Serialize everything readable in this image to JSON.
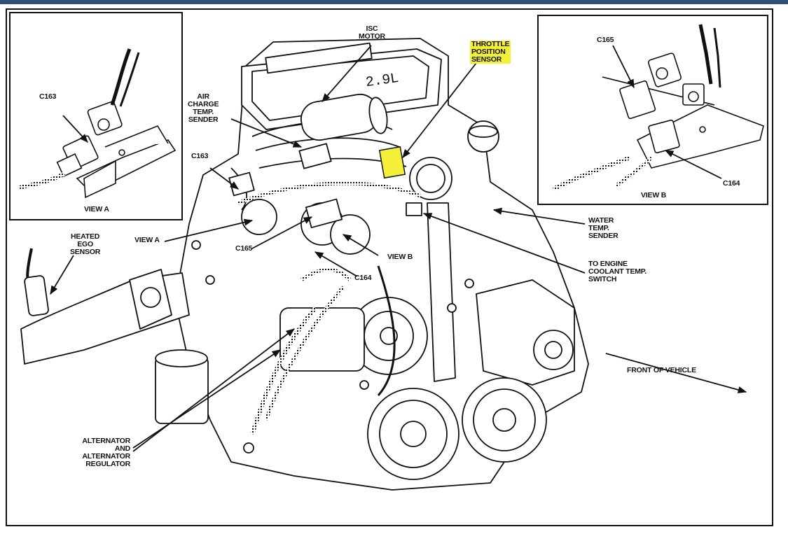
{
  "colors": {
    "frame": "#111111",
    "highlight": "#f4f03a",
    "top_bar": "#33507a"
  },
  "insets": {
    "view_a": {
      "connector": "C163",
      "caption": "VIEW A"
    },
    "view_b": {
      "connector_top": "C165",
      "connector_bottom": "C164",
      "caption": "VIEW B"
    }
  },
  "callouts": {
    "isc_motor": [
      "ISC",
      "MOTOR"
    ],
    "throttle_position_sensor": [
      "THROTTLE",
      "POSITION",
      "SENSOR"
    ],
    "air_charge_temp_sender": [
      "AIR",
      "CHARGE",
      "TEMP.",
      "SENDER"
    ],
    "c163": "C163",
    "heated_ego_sensor": [
      "HEATED",
      "EGO",
      "SENSOR"
    ],
    "view_a": "VIEW A",
    "c165": "C165",
    "view_b": "VIEW B",
    "c164": "C164",
    "water_temp_sender": [
      "WATER",
      "TEMP.",
      "SENDER"
    ],
    "to_engine_coolant_temp_switch": [
      "TO ENGINE",
      "COOLANT TEMP.",
      "SWITCH"
    ],
    "front_of_vehicle": "FRONT OF VEHICLE",
    "alternator_and_regulator": [
      "ALTERNATOR",
      "AND",
      "ALTERNATOR",
      "REGULATOR"
    ],
    "engine_badge": "2.9L"
  }
}
